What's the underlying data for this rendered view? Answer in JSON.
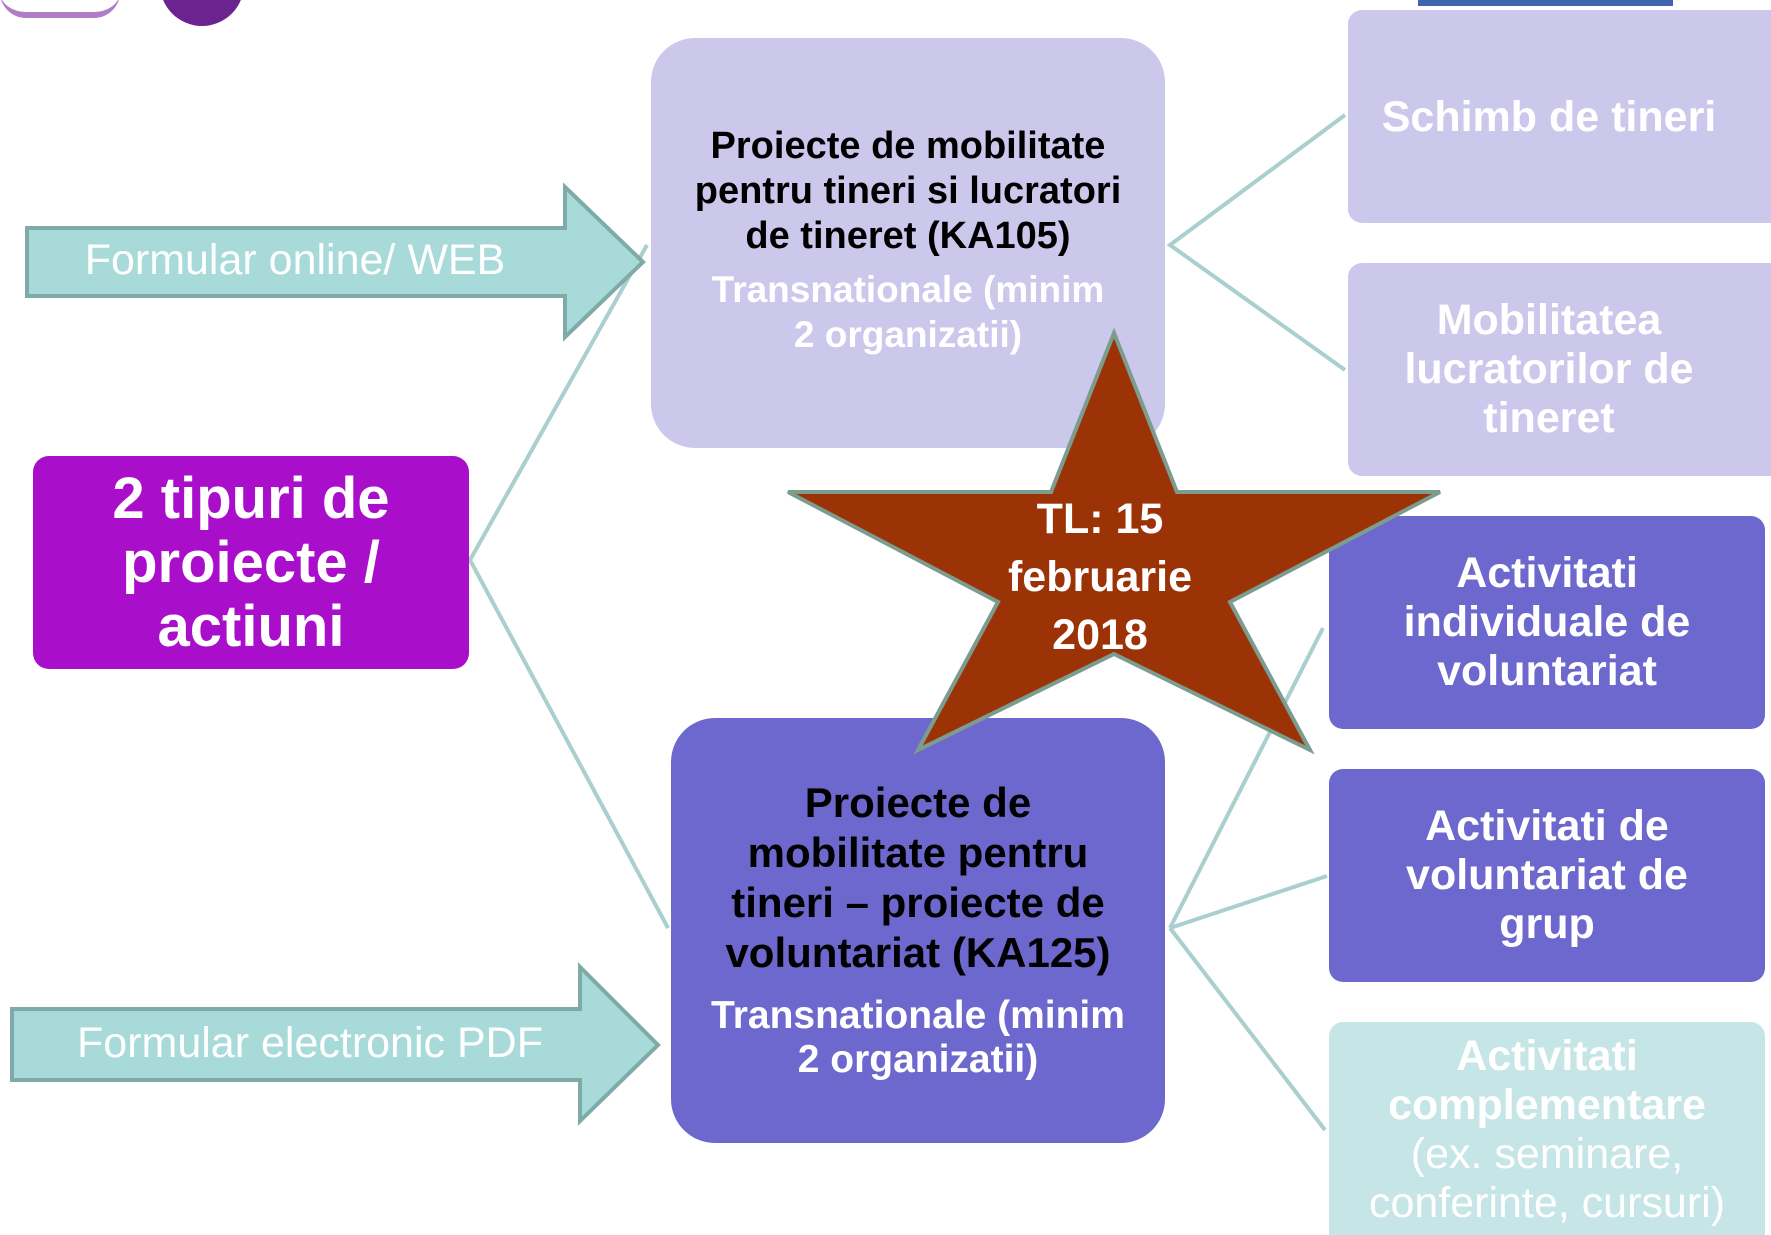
{
  "colors": {
    "connector": "#a9cfce",
    "arrow_fill": "#a9dada",
    "arrow_stroke": "#7eaaa8",
    "light_lavender": "#ccc8ec",
    "medium_purple": "#6c68cd",
    "magenta": "#a90ecb",
    "light_teal": "#c6e5e6",
    "star_fill": "#9c3307",
    "star_stroke": "#7c9c90"
  },
  "central": {
    "lines": [
      "2 tipuri de",
      "proiecte /",
      "actiuni"
    ]
  },
  "arrows": {
    "top": {
      "label": "Formular online/ WEB"
    },
    "bottom": {
      "label": "Formular electronic PDF"
    }
  },
  "ka105": {
    "title_lines": [
      "Proiecte de mobilitate",
      "pentru tineri si lucratori",
      "de tineret (KA105)"
    ],
    "sub_lines": [
      "Transnationale  (minim",
      "2 organizatii)"
    ]
  },
  "ka125": {
    "title_lines": [
      "Proiecte de",
      "mobilitate pentru",
      "tineri – proiecte de",
      "voluntariat (KA125)"
    ],
    "sub_lines": [
      "Transnationale  (minim",
      "2 organizatii)"
    ]
  },
  "outputs": {
    "youth_exchange": {
      "lines": [
        "Schimb de tineri"
      ]
    },
    "youth_workers": {
      "lines": [
        "Mobilitatea",
        "lucratorilor de",
        "tineret"
      ]
    },
    "individual_volunteering": {
      "lines": [
        "Activitati",
        "individuale de",
        "voluntariat"
      ]
    },
    "group_volunteering": {
      "lines": [
        "Activitati de",
        "voluntariat  de",
        "grup"
      ]
    },
    "complementary": {
      "bold_lines": [
        "Activitati",
        "complementare"
      ],
      "normal_lines": [
        "(ex. seminare,",
        "conferinte, cursuri)"
      ]
    }
  },
  "deadline": {
    "lines": [
      "TL: 15",
      "februarie",
      "2018"
    ]
  },
  "logos": {
    "left": {
      "name": "program-logo-icon"
    },
    "right": {
      "name": "erasmus-logo-icon"
    }
  }
}
